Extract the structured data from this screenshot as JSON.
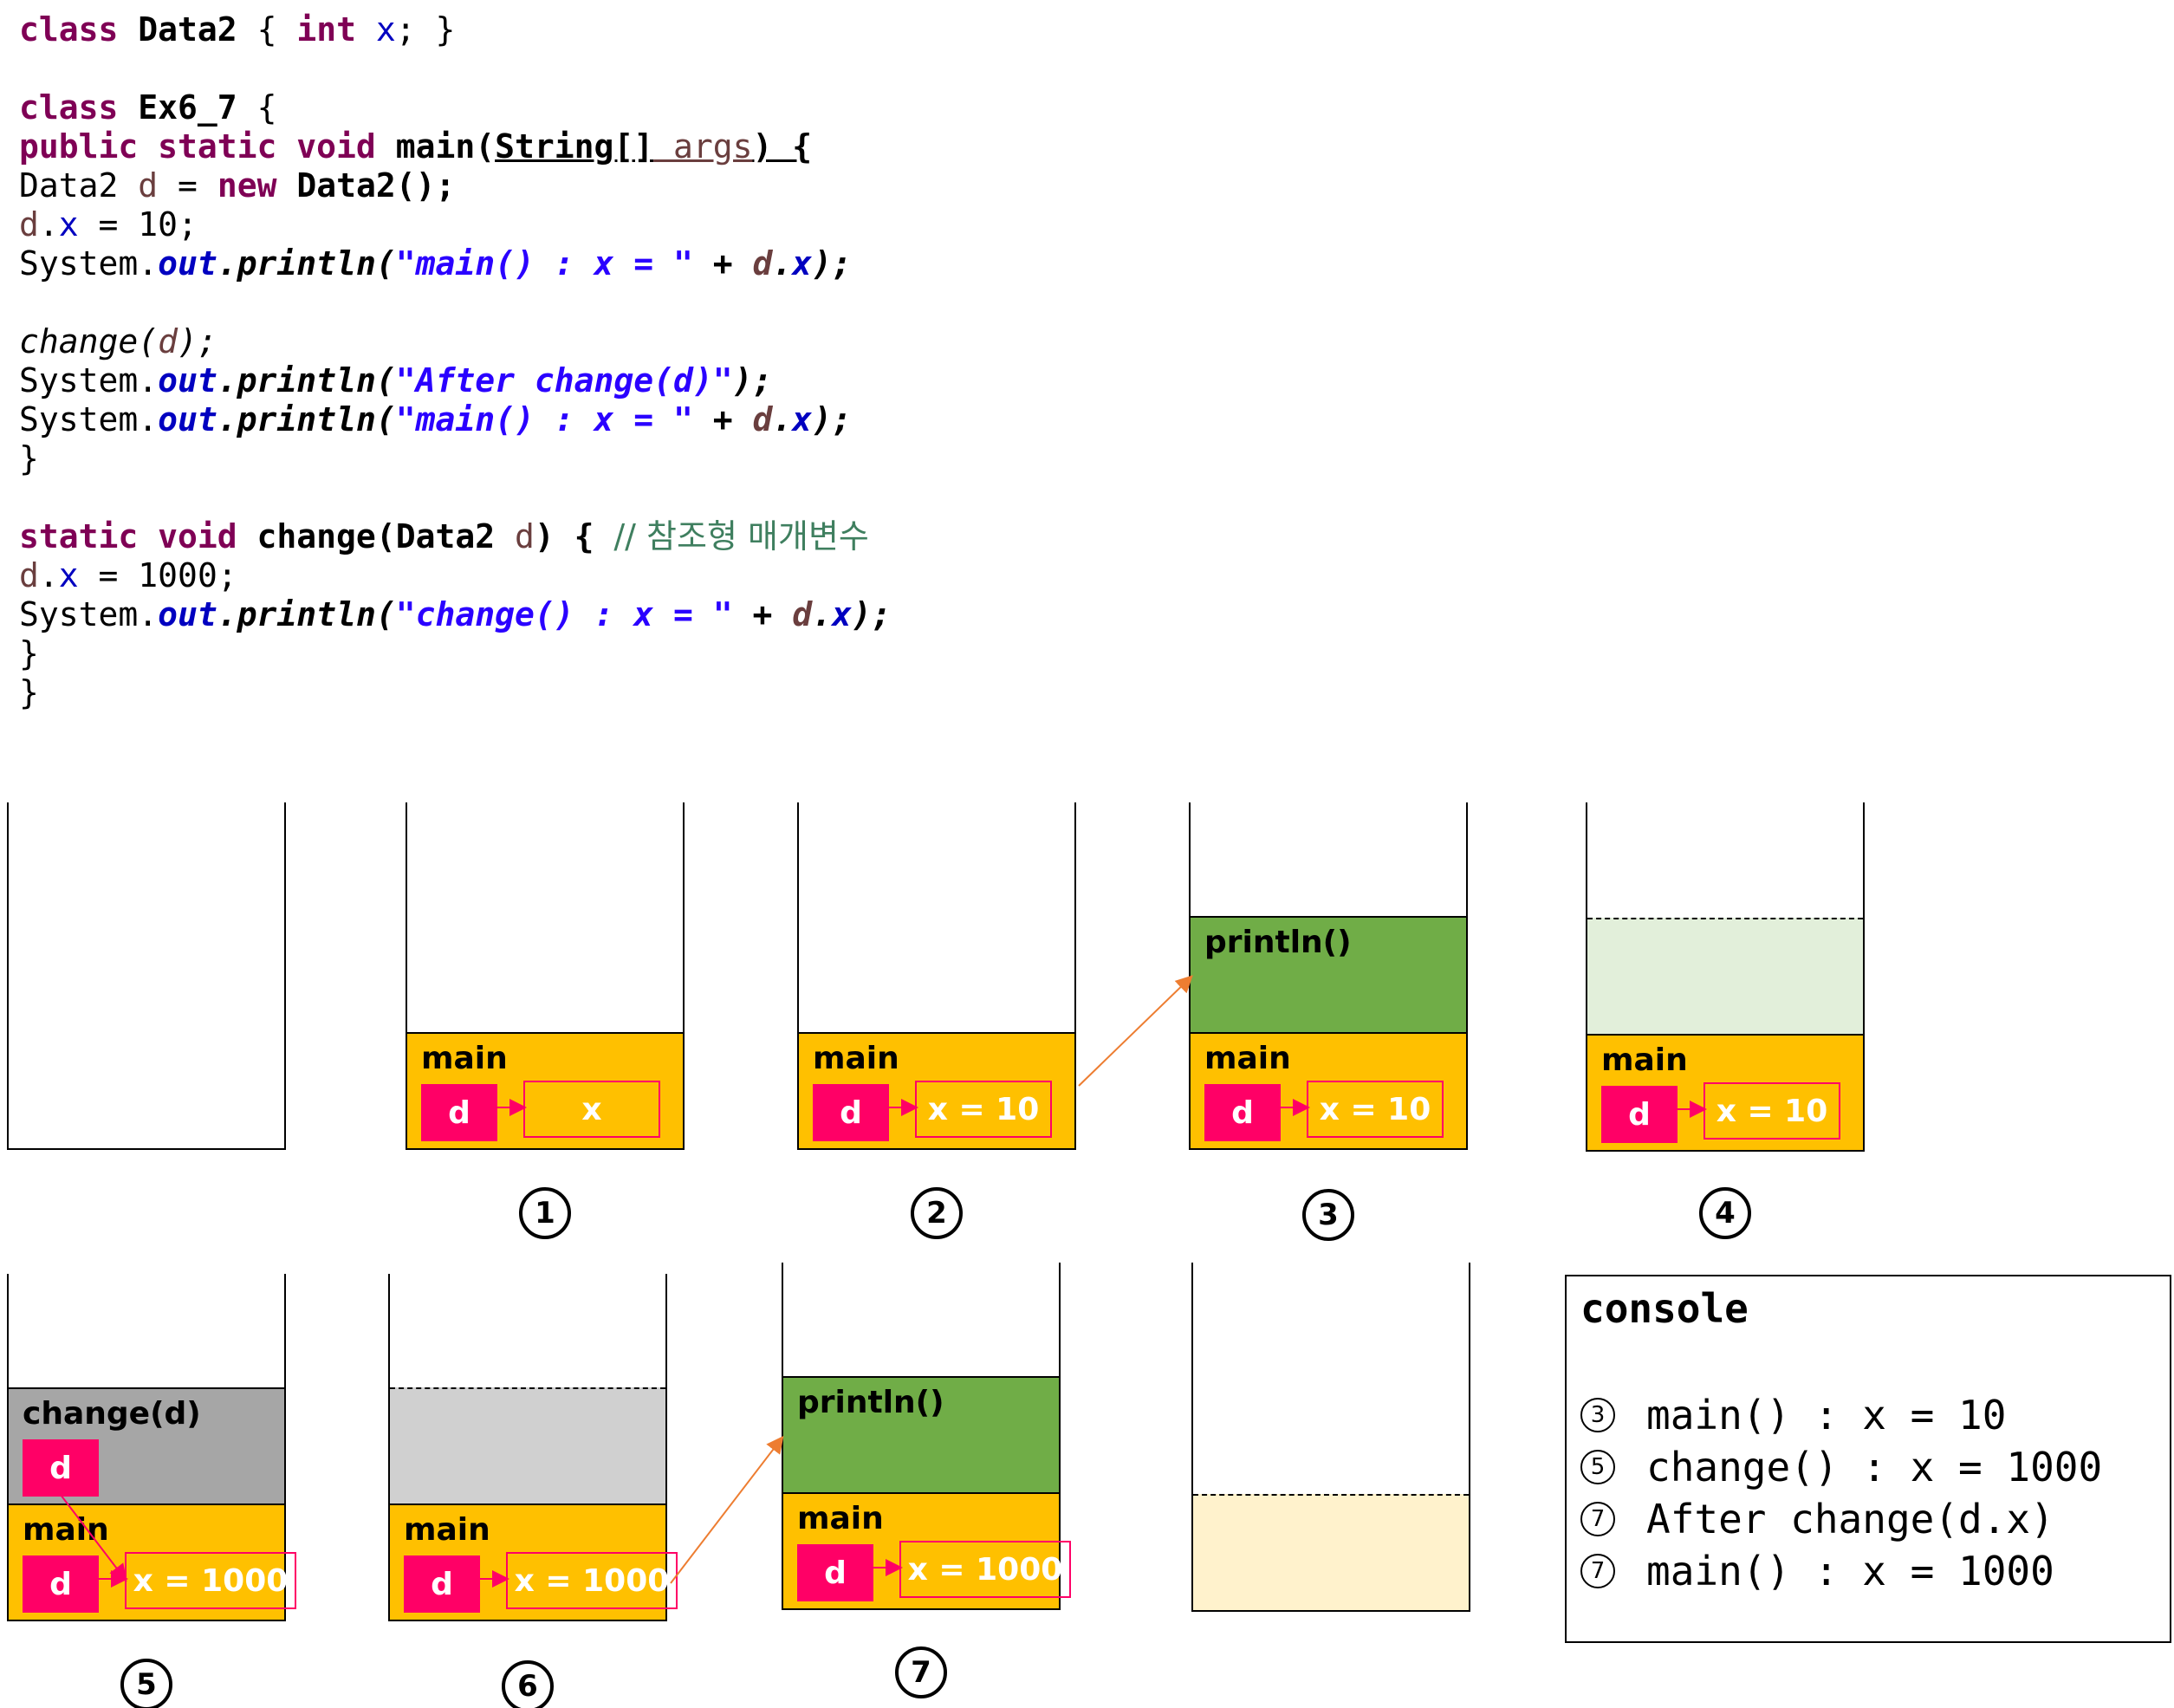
{
  "code": {
    "lines": [
      [
        {
          "t": "class ",
          "c": "kw"
        },
        {
          "t": "Data2 ",
          "c": "type"
        },
        {
          "t": "{ ",
          "c": "plain"
        },
        {
          "t": "int ",
          "c": "kw"
        },
        {
          "t": "x",
          "c": "field"
        },
        {
          "t": "; }",
          "c": "plain"
        }
      ],
      [],
      [
        {
          "t": "class ",
          "c": "kw"
        },
        {
          "t": "Ex6_7 ",
          "c": "type"
        },
        {
          "t": "{",
          "c": "plain"
        }
      ],
      [
        {
          "t": "public static void ",
          "c": "kw"
        },
        {
          "t": "main(",
          "c": "type"
        },
        {
          "t": "String[]",
          "c": "type ul"
        },
        {
          "t": " args",
          "c": "local ul"
        },
        {
          "t": ") {",
          "c": "type ul"
        }
      ],
      [
        {
          "t": "Data2 ",
          "c": "plain"
        },
        {
          "t": "d",
          "c": "local"
        },
        {
          "t": " = ",
          "c": "plain"
        },
        {
          "t": "new ",
          "c": "kw"
        },
        {
          "t": "Data2();",
          "c": "type"
        }
      ],
      [
        {
          "t": "d",
          "c": "local"
        },
        {
          "t": ".",
          "c": "plain"
        },
        {
          "t": "x",
          "c": "field"
        },
        {
          "t": " = 10;",
          "c": "plain"
        }
      ],
      [
        {
          "t": "System.",
          "c": "plain"
        },
        {
          "t": "out",
          "c": "static"
        },
        {
          "t": ".println(",
          "c": "bit"
        },
        {
          "t": "\"main() : x = \"",
          "c": "lit"
        },
        {
          "t": " + ",
          "c": "bit"
        },
        {
          "t": "d",
          "c": "locbit"
        },
        {
          "t": ".",
          "c": "bit"
        },
        {
          "t": "x",
          "c": "fldit"
        },
        {
          "t": ");",
          "c": "bit"
        }
      ],
      [],
      [
        {
          "t": "change(",
          "c": "it"
        },
        {
          "t": "d",
          "c": "locit"
        },
        {
          "t": ");",
          "c": "it"
        }
      ],
      [
        {
          "t": "System.",
          "c": "plain"
        },
        {
          "t": "out",
          "c": "static"
        },
        {
          "t": ".println(",
          "c": "bit"
        },
        {
          "t": "\"After change(d)\"",
          "c": "lit"
        },
        {
          "t": ");",
          "c": "bit"
        }
      ],
      [
        {
          "t": "System.",
          "c": "plain"
        },
        {
          "t": "out",
          "c": "static"
        },
        {
          "t": ".println(",
          "c": "bit"
        },
        {
          "t": "\"main() : x = \"",
          "c": "lit"
        },
        {
          "t": " + ",
          "c": "bit"
        },
        {
          "t": "d",
          "c": "locbit"
        },
        {
          "t": ".",
          "c": "bit"
        },
        {
          "t": "x",
          "c": "fldit"
        },
        {
          "t": ");",
          "c": "bit"
        }
      ],
      [
        {
          "t": "}",
          "c": "plain"
        }
      ],
      [],
      [
        {
          "t": "static void ",
          "c": "kw"
        },
        {
          "t": "change(Data2 ",
          "c": "type"
        },
        {
          "t": "d",
          "c": "local"
        },
        {
          "t": ") { ",
          "c": "type"
        },
        {
          "t": "// 참조형 매개변수",
          "c": "cmt"
        }
      ],
      [
        {
          "t": "d",
          "c": "local"
        },
        {
          "t": ".",
          "c": "plain"
        },
        {
          "t": "x",
          "c": "field"
        },
        {
          "t": " = 1000;",
          "c": "plain"
        }
      ],
      [
        {
          "t": "System.",
          "c": "plain"
        },
        {
          "t": "out",
          "c": "static"
        },
        {
          "t": ".println(",
          "c": "bit"
        },
        {
          "t": "\"change() : x = \"",
          "c": "lit"
        },
        {
          "t": " + ",
          "c": "bit"
        },
        {
          "t": "d",
          "c": "locbit"
        },
        {
          "t": ".",
          "c": "bit"
        },
        {
          "t": "x",
          "c": "fldit"
        },
        {
          "t": ");",
          "c": "bit"
        }
      ],
      [
        {
          "t": "}",
          "c": "plain"
        }
      ],
      [
        {
          "t": "}",
          "c": "plain"
        }
      ]
    ]
  },
  "stacks": [
    {
      "step": "",
      "frames": []
    },
    {
      "step": "1",
      "frames": [
        {
          "kind": "main",
          "label": "main",
          "d": "d",
          "obj": "x"
        }
      ]
    },
    {
      "step": "2",
      "frames": [
        {
          "kind": "main",
          "label": "main",
          "d": "d",
          "obj": "x = 10"
        }
      ]
    },
    {
      "step": "3",
      "frames": [
        {
          "kind": "main",
          "label": "main",
          "d": "d",
          "obj": "x = 10"
        },
        {
          "kind": "println",
          "label": "println()"
        }
      ]
    },
    {
      "step": "4",
      "frames": [
        {
          "kind": "main",
          "label": "main",
          "d": "d",
          "obj": "x = 10"
        },
        {
          "kind": "popped-green",
          "label": ""
        }
      ]
    },
    {
      "step": "5",
      "frames": [
        {
          "kind": "main",
          "label": "main",
          "d": "d",
          "obj": "x = 1000"
        },
        {
          "kind": "change",
          "label": "change(d)",
          "d": "d"
        }
      ]
    },
    {
      "step": "6",
      "frames": [
        {
          "kind": "main",
          "label": "main",
          "d": "d",
          "obj": "x = 1000"
        },
        {
          "kind": "popped-gray",
          "label": ""
        }
      ]
    },
    {
      "step": "7",
      "frames": [
        {
          "kind": "main",
          "label": "main",
          "d": "d",
          "obj": "x = 1000"
        },
        {
          "kind": "println",
          "label": "println()"
        }
      ]
    },
    {
      "step": "",
      "frames": [
        {
          "kind": "popped-yellow",
          "label": ""
        }
      ]
    }
  ],
  "console": {
    "title": "console",
    "lines": [
      {
        "step": "3",
        "text": "main() : x = 10"
      },
      {
        "step": "5",
        "text": "change() : x = 1000"
      },
      {
        "step": "7",
        "text": "After change(d.x)"
      },
      {
        "step": "7",
        "text": "main() : x = 1000"
      }
    ]
  },
  "colors": {
    "main_frame": "#ffc000",
    "println_frame": "#70ad47",
    "change_frame": "#a6a6a6",
    "ref_var": "#ff0066",
    "arrow": "#ed7d31"
  }
}
